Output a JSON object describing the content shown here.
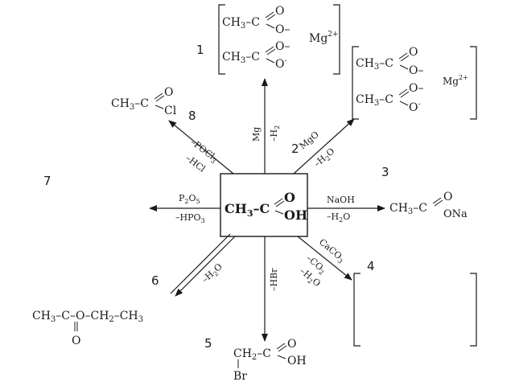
{
  "center": {
    "ch3": "CH",
    "ch3_sub": "3",
    "dash_c": "–C",
    "eq_o": "O",
    "oh": "OH"
  },
  "labels": {
    "n1": "1",
    "n2": "2",
    "n3": "3",
    "n4": "4",
    "n5": "5",
    "n6": "6",
    "n7": "7",
    "n8": "8"
  },
  "reagents": {
    "r1_mg": "Mg",
    "r1_h2": "–H",
    "r1_h2_sub": "2",
    "r2_mgo": "MgO",
    "r2_h2o": "–H",
    "r2_h2o_sub": "2",
    "r2_h2o_tail": "O",
    "r3_naoh": "NaOH",
    "r3_h2o": "–H",
    "r3_h2o_sub": "2",
    "r3_h2o_tail": "O",
    "r4_caco3": "CaCO",
    "r4_caco3_sub": "3",
    "r4_co2": "–CO",
    "r4_co2_sub": "2",
    "r4_h2o": "–H",
    "r4_h2o_sub": "2",
    "r4_h2o_tail": "O",
    "r5_hbr": "–HBr",
    "r6_h2o": "–H",
    "r6_h2o_sub": "2",
    "r6_h2o_tail": "O",
    "r7_p2o5": "P",
    "r7_p2o5_sub": "2",
    "r7_p2o5_o": "O",
    "r7_p2o5_sub2": "5",
    "r7_hpo3": "–HPO",
    "r7_hpo3_sub": "3",
    "r8_pocl3": "–POCl",
    "r8_pocl3_sub": "3",
    "r8_hcl": "–HCl"
  },
  "products": {
    "p1_ch3c": "CH",
    "p1_ch3c_sub": "3",
    "p1_ch3c_tail": "–C",
    "p1_o_top": "O",
    "p1_o_minus": "O–",
    "p1_o_minus2": "O–",
    "p1_o_minus3": "O",
    "p1_o_minus3_sup": "-",
    "p1_mg": "Mg",
    "p1_mg_sup": "2+",
    "p2_ch3c": "CH",
    "p2_ch3c_sub": "3",
    "p2_ch3c_tail": "–C",
    "p2_o_top": "O",
    "p2_o_minus": "O–",
    "p2_o_minus2": "O–",
    "p2_o_minus3": "O",
    "p2_o_minus3_sup": "-",
    "p2_mg": "Mg",
    "p2_mg_sup": "2+",
    "p3_ch3c": "CH",
    "p3_ch3c_sub": "3",
    "p3_ch3c_tail": "–C",
    "p3_o": "O",
    "p3_ona": "ONa",
    "p5_ch2": "CH",
    "p5_ch2_sub": "2",
    "p5_ch2_tail": "–C",
    "p5_o": "O",
    "p5_oh": "OH",
    "p5_br": "Br",
    "p6_ch3c": "CH",
    "p6_ch3c_sub": "3",
    "p6_ch3c_tail": "–C–O–CH",
    "p6_ch2_sub": "2",
    "p6_ch3_tail": "–CH",
    "p6_ch3_sub": "3",
    "p6_o": "O",
    "p8_ch3c": "CH",
    "p8_ch3c_sub": "3",
    "p8_ch3c_tail": "–C",
    "p8_o": "O",
    "p8_cl": "Cl"
  }
}
